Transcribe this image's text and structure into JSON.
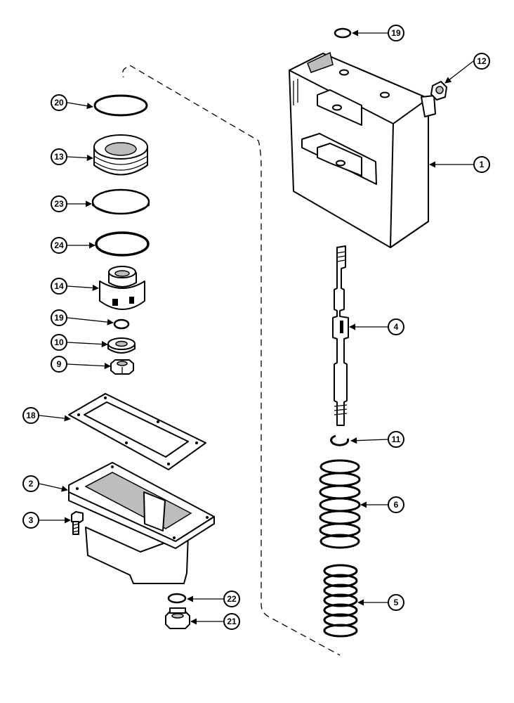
{
  "callouts": [
    {
      "id": "c1",
      "number": "1"
    },
    {
      "id": "c2",
      "number": "2"
    },
    {
      "id": "c3",
      "number": "3"
    },
    {
      "id": "c4",
      "number": "4"
    },
    {
      "id": "c5",
      "number": "5"
    },
    {
      "id": "c6",
      "number": "6"
    },
    {
      "id": "c9",
      "number": "9"
    },
    {
      "id": "c10",
      "number": "10"
    },
    {
      "id": "c11",
      "number": "11"
    },
    {
      "id": "c12",
      "number": "12"
    },
    {
      "id": "c13",
      "number": "13"
    },
    {
      "id": "c14",
      "number": "14"
    },
    {
      "id": "c18",
      "number": "18"
    },
    {
      "id": "c19a",
      "number": "19"
    },
    {
      "id": "c19b",
      "number": "19"
    },
    {
      "id": "c20",
      "number": "20"
    },
    {
      "id": "c21",
      "number": "21"
    },
    {
      "id": "c22",
      "number": "22"
    },
    {
      "id": "c23",
      "number": "23"
    },
    {
      "id": "c24",
      "number": "24"
    }
  ]
}
